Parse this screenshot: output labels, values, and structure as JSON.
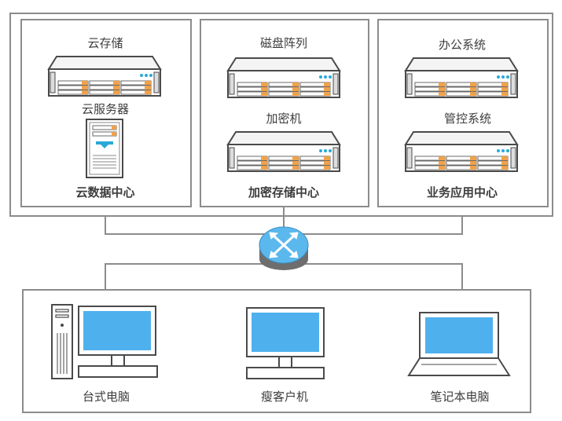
{
  "zones": {
    "cloud_dc": {
      "title": "云数据中心",
      "server_label": "云存储",
      "tower_label": "云服务器"
    },
    "crypto_dc": {
      "title": "加密存储中心",
      "server1_label": "磁盘阵列",
      "server2_label": "加密机"
    },
    "app_dc": {
      "title": "业务应用中心",
      "server1_label": "办公系统",
      "server2_label": "管控系统"
    }
  },
  "terminals": {
    "desktop_label": "台式电脑",
    "thin_client_label": "瘦客户机",
    "laptop_label": "笔记本电脑"
  },
  "colors": {
    "frame": "#8c8c8c",
    "screen": "#4fb0ee",
    "router_top": "#5bb8ec",
    "router_body": "#6e6e6e",
    "drive_accent": "#f0a24a",
    "led": "#2aa9d8"
  }
}
